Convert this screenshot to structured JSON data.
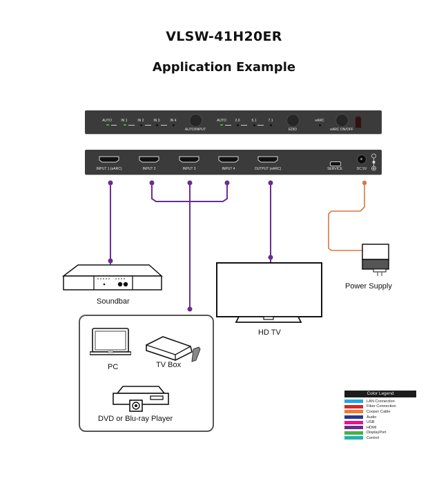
{
  "title": "VLSW-41H20ER",
  "subtitle": "Application Example",
  "front_panel": {
    "input_leds": [
      {
        "label": "AUTO",
        "state": "on"
      },
      {
        "label": "IN 1",
        "state": "on"
      },
      {
        "label": "IN 2",
        "state": "off"
      },
      {
        "label": "IN 3",
        "state": "off"
      },
      {
        "label": "IN 4",
        "state": "off"
      }
    ],
    "auto_input_button": "AUTO/INPUT",
    "edid_leds": [
      {
        "label": "AUTO",
        "state": "on"
      },
      {
        "label": "2.0",
        "state": "off"
      },
      {
        "label": "5.1",
        "state": "off"
      },
      {
        "label": "7.1",
        "state": "off"
      }
    ],
    "edid_button": "EDID",
    "earc_led": "eARC",
    "earc_button": "eARC ON/OFF"
  },
  "rear_panel": {
    "ports": [
      "INPUT 1 (eARC)",
      "INPUT 2",
      "INPUT 3",
      "INPUT 4",
      "OUTPUT (eARC)"
    ],
    "service": "SERVICE",
    "dc": "DC 5V"
  },
  "devices": {
    "soundbar": "Soundbar",
    "hdtv": "HD TV",
    "power_supply": "Power Supply",
    "pc": "PC",
    "tvbox": "TV Box",
    "dvd": "DVD or Blu-ray Player"
  },
  "colors": {
    "hdmi": "#6a2c91",
    "power": "#d9773a"
  },
  "legend": {
    "title": "Color Legend",
    "items": [
      {
        "label": "LAN Connection",
        "color": "#1fa8e6"
      },
      {
        "label": "Fiber Connection",
        "color": "#d9252a"
      },
      {
        "label": "Cooper Cable",
        "color": "#ef7b32"
      },
      {
        "label": "Audio",
        "color": "#26388f"
      },
      {
        "label": "USB",
        "color": "#e6158a"
      },
      {
        "label": "HDMI",
        "color": "#6a2c91"
      },
      {
        "label": "DisplayPort",
        "color": "#3fb449"
      },
      {
        "label": "Control",
        "color": "#1fb3b0"
      }
    ]
  }
}
